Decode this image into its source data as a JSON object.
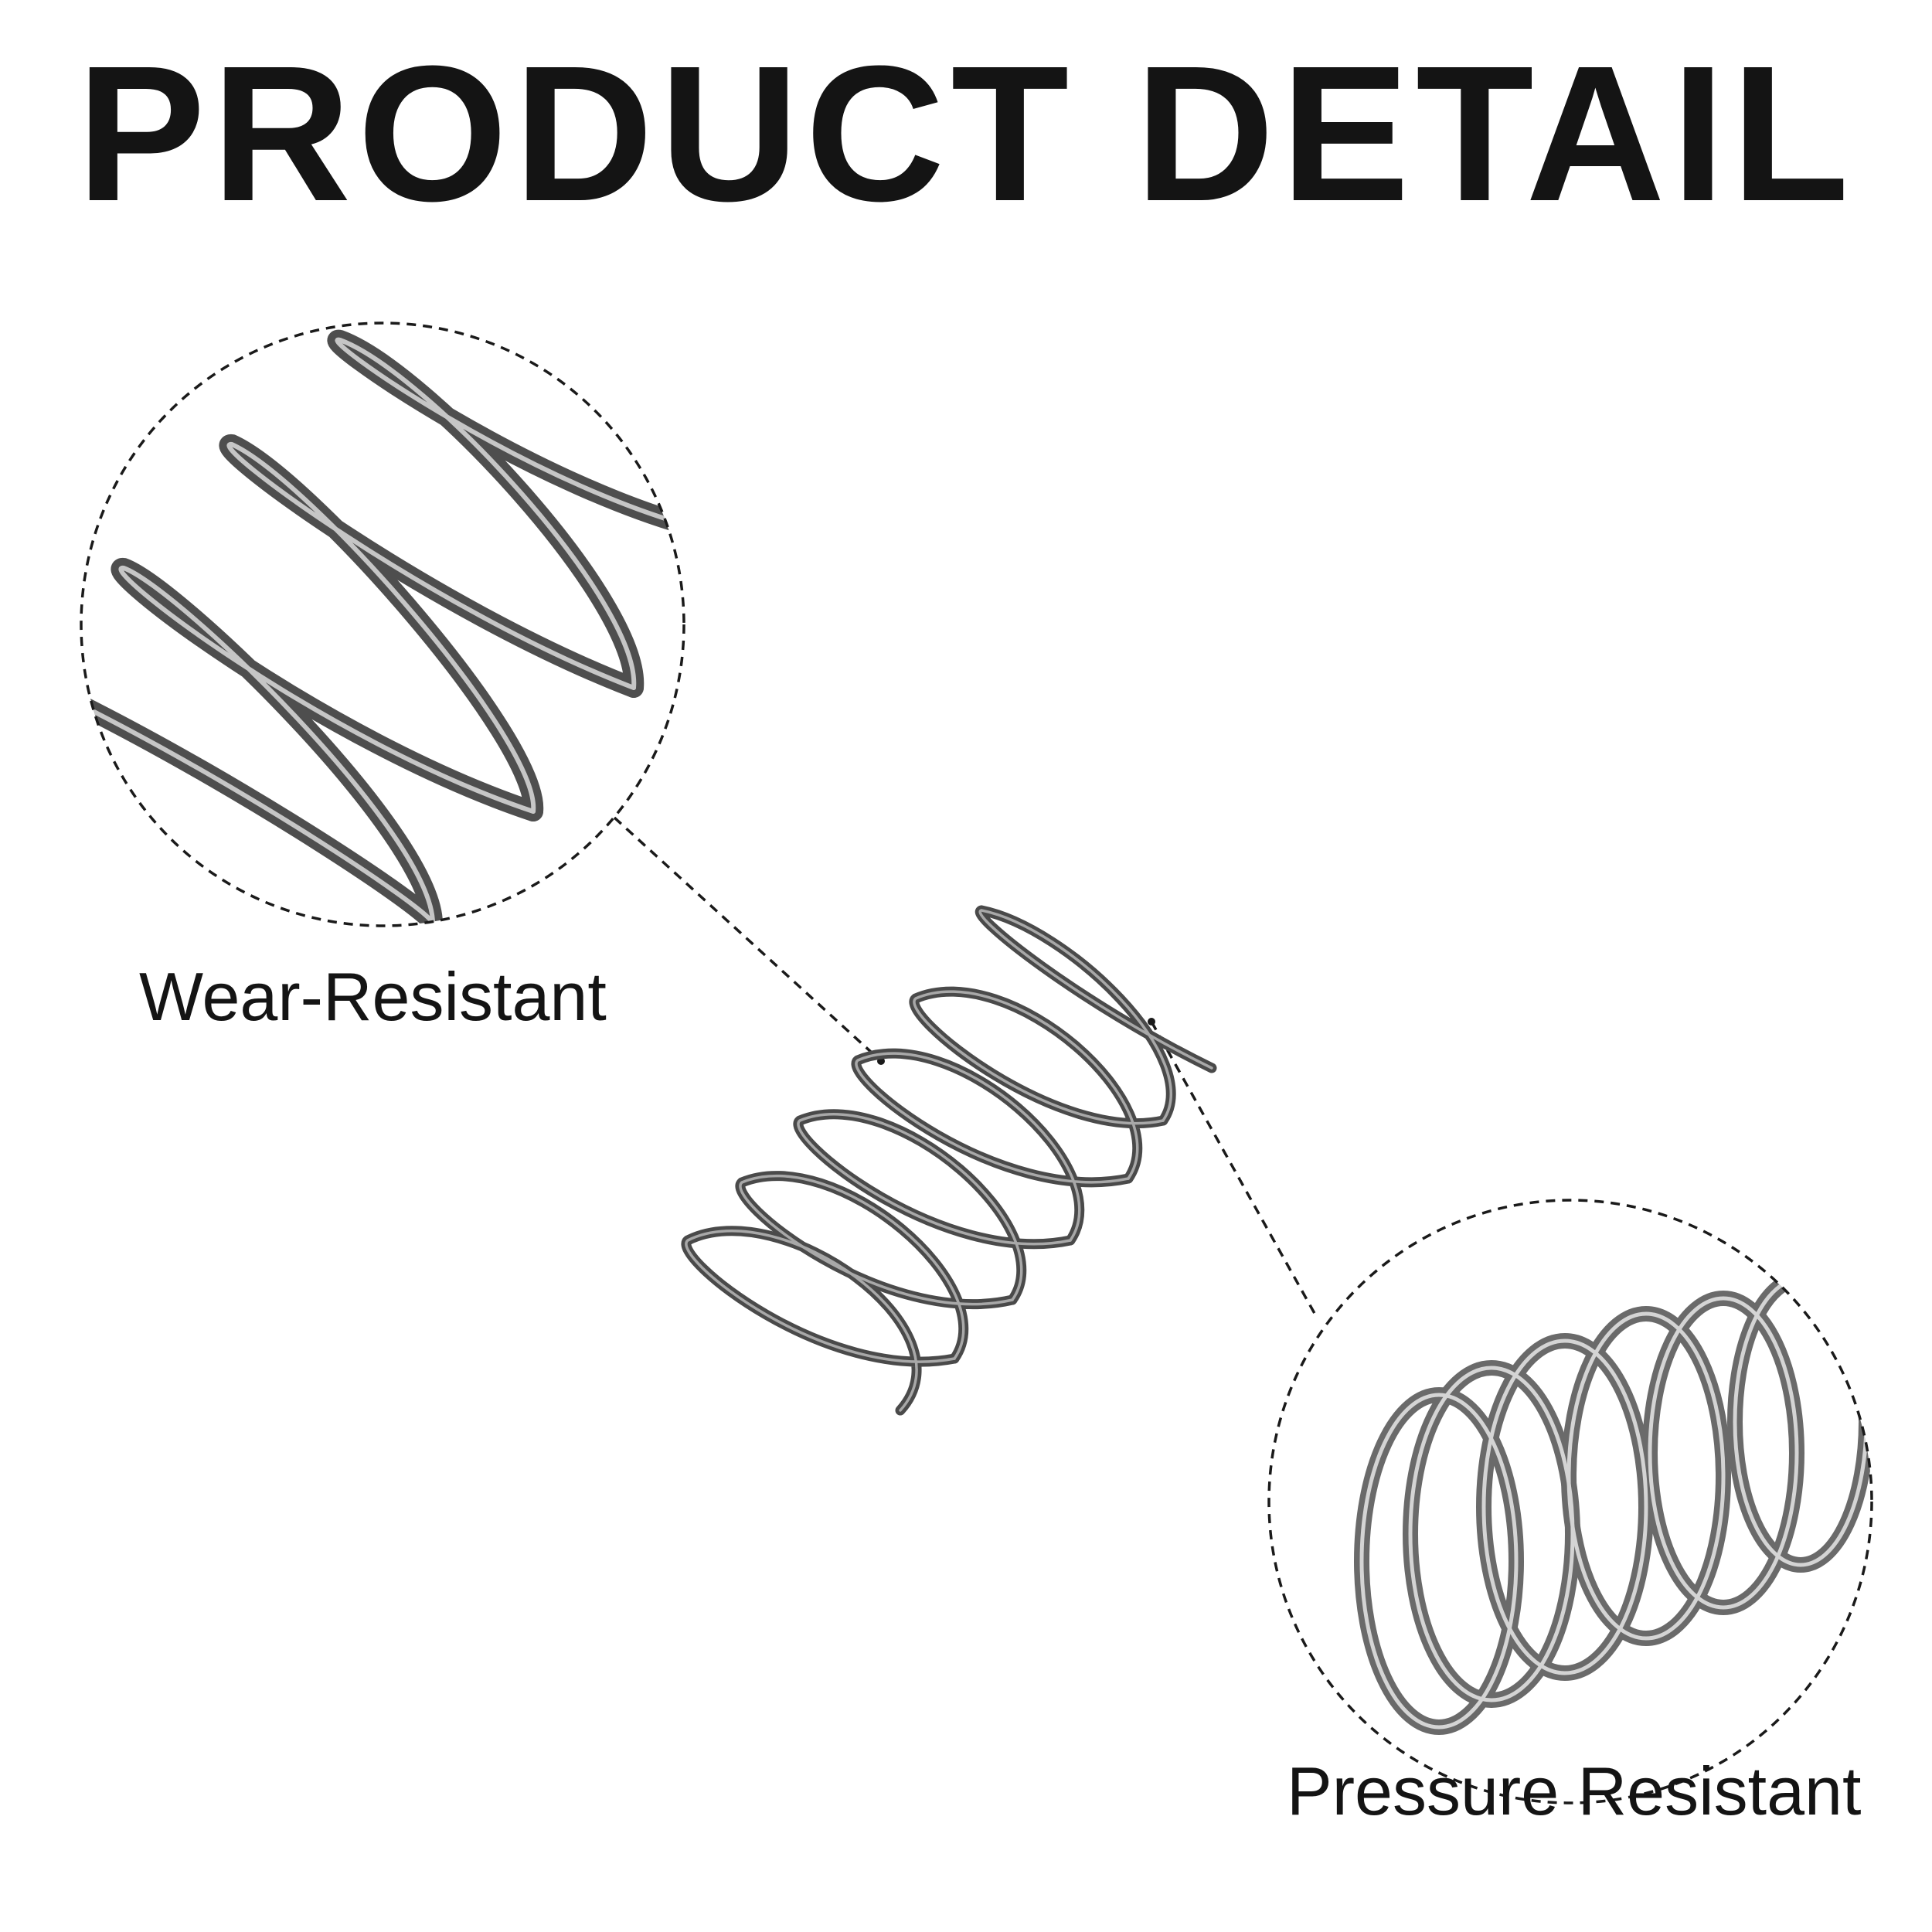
{
  "header": {
    "title": "PRODUCT DETAIL"
  },
  "callouts": [
    {
      "label": "Wear-Resistant",
      "icon": "spring-closeup-side-icon"
    },
    {
      "label": "Pressure Resistant",
      "icon": "spring-closeup-end-icon"
    }
  ],
  "product": {
    "icon": "compression-spring-icon"
  },
  "colors": {
    "text": "#141414",
    "wire": "#5a5a5a",
    "wire_highlight": "#b8b8b8",
    "dashed_line": "#1a1a1a",
    "background": "#ffffff"
  }
}
